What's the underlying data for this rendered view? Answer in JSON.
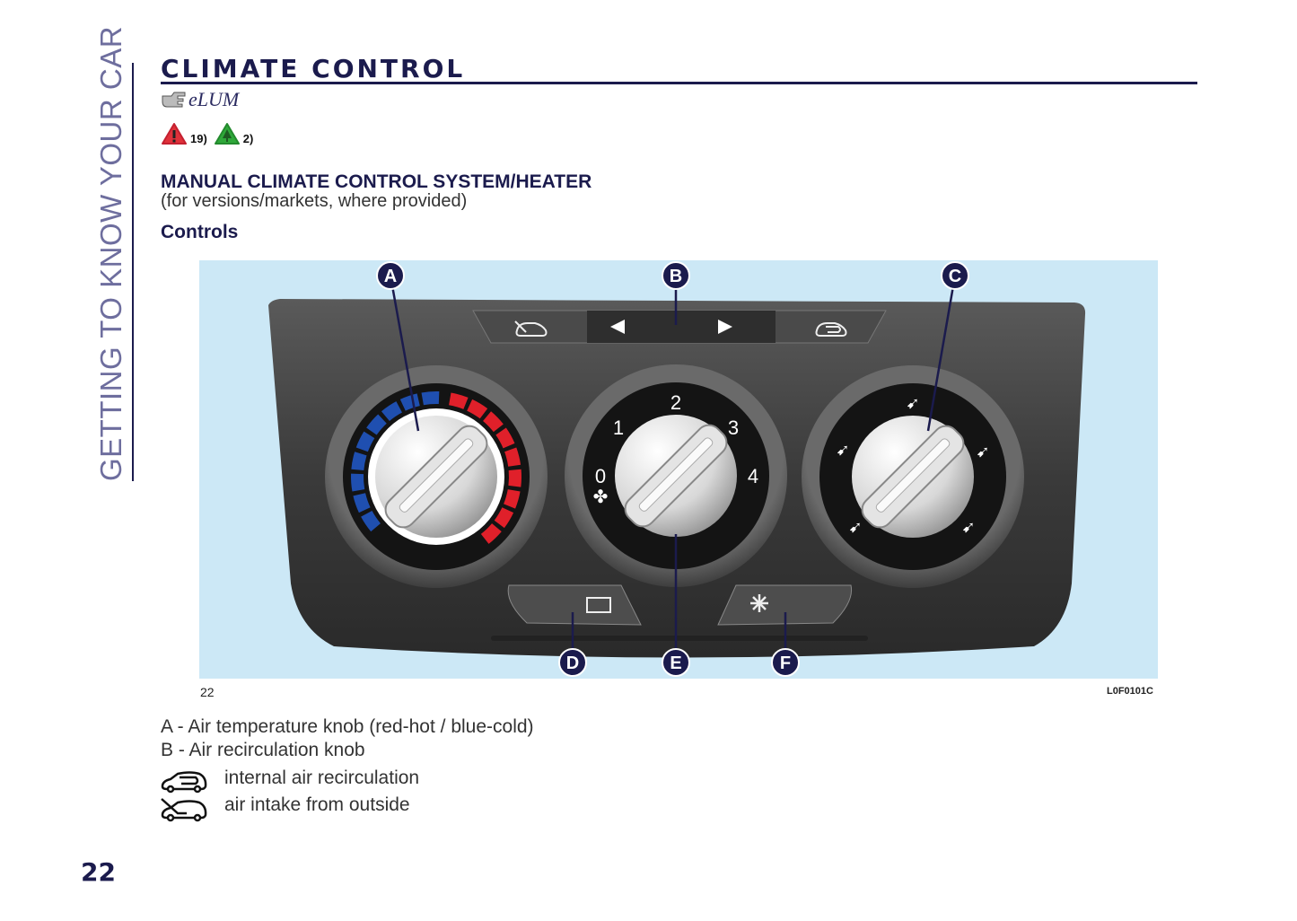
{
  "side_tab": "GETTING TO KNOW YOUR CAR",
  "title": "CLIMATE CONTROL",
  "elum_label": "eLUM",
  "warnings": [
    {
      "icon": "danger-warning-icon",
      "ref": "19)",
      "color": "#e0313a"
    },
    {
      "icon": "environment-warning-icon",
      "ref": "2)",
      "color": "#2fa83a"
    }
  ],
  "section_title": "MANUAL CLIMATE CONTROL SYSTEM/HEATER",
  "section_subtitle": "(for versions/markets, where provided)",
  "subsection_title": "Controls",
  "figure": {
    "number": "22",
    "code": "L0F0101C",
    "callouts": [
      "A",
      "B",
      "C",
      "D",
      "E",
      "F"
    ],
    "fan_speeds": [
      "0",
      "1",
      "2",
      "3",
      "4"
    ]
  },
  "legend": [
    "A - Air temperature knob (red-hot / blue-cold)",
    "B - Air recirculation knob"
  ],
  "icon_legend": [
    {
      "icon": "internal-recirculation-icon",
      "label": "internal air recirculation"
    },
    {
      "icon": "outside-air-intake-icon",
      "label": "air intake from outside"
    }
  ],
  "page_number": "22",
  "colors": {
    "navy": "#1b1b4d",
    "figure_bg": "#cce8f6",
    "hot": "#e0202a",
    "cold": "#1f4fb0"
  }
}
